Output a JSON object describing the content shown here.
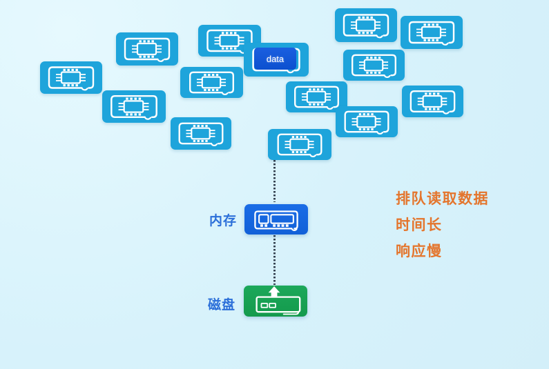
{
  "diagram": {
    "title_hint": "disk-read-queue-diagram",
    "data_badge": {
      "label": "data"
    },
    "memory": {
      "label": "内存"
    },
    "disk": {
      "label": "磁盘"
    },
    "annotations": {
      "lines": [
        "排队读取数据",
        "时间长",
        "响应慢"
      ]
    },
    "chip_cards": {
      "count": 14,
      "icon": "chip-icon"
    },
    "icons": {
      "chip": "chip-icon",
      "ram": "ram-stick-icon",
      "disk": "disk-drive-icon",
      "arrow": "arrow-up-icon"
    },
    "colors": {
      "background": "#d7f2fb",
      "card_blue": "#1ea4db",
      "badge_blue": "#0c50cf",
      "memory_blue": "#1160d8",
      "disk_green": "#149a4c",
      "label_blue": "#2b6fd9",
      "annotation_orange": "#e4752c",
      "dotted_line": "#33404f",
      "icon_stroke": "#ffffff"
    }
  }
}
